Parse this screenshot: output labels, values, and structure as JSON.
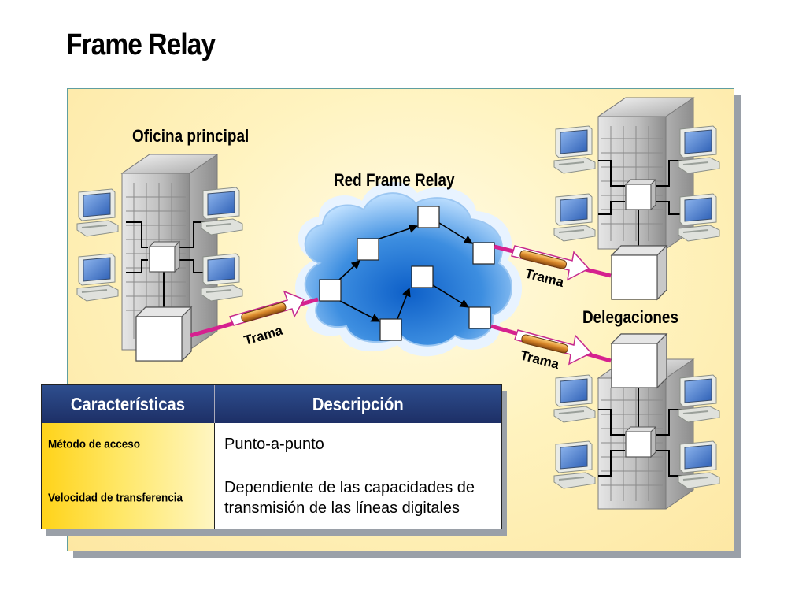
{
  "title": "Frame Relay",
  "labels": {
    "main_office": "Oficina principal",
    "network": "Red Frame Relay",
    "branches": "Delegaciones",
    "frame": "Trama"
  },
  "table": {
    "headers": [
      "Características",
      "Descripción"
    ],
    "rows": [
      {
        "feature": "Método de acceso",
        "description": "Punto-a-punto"
      },
      {
        "feature": "Velocidad de transferencia",
        "description": "Dependiente de las capacidades de transmisión de las líneas digitales"
      }
    ]
  },
  "colors": {
    "link": "#d6218f",
    "header_blue": "#1f3470",
    "cloud_blue": "#3d8ee0",
    "panel_yellow": "#fff3bf"
  }
}
